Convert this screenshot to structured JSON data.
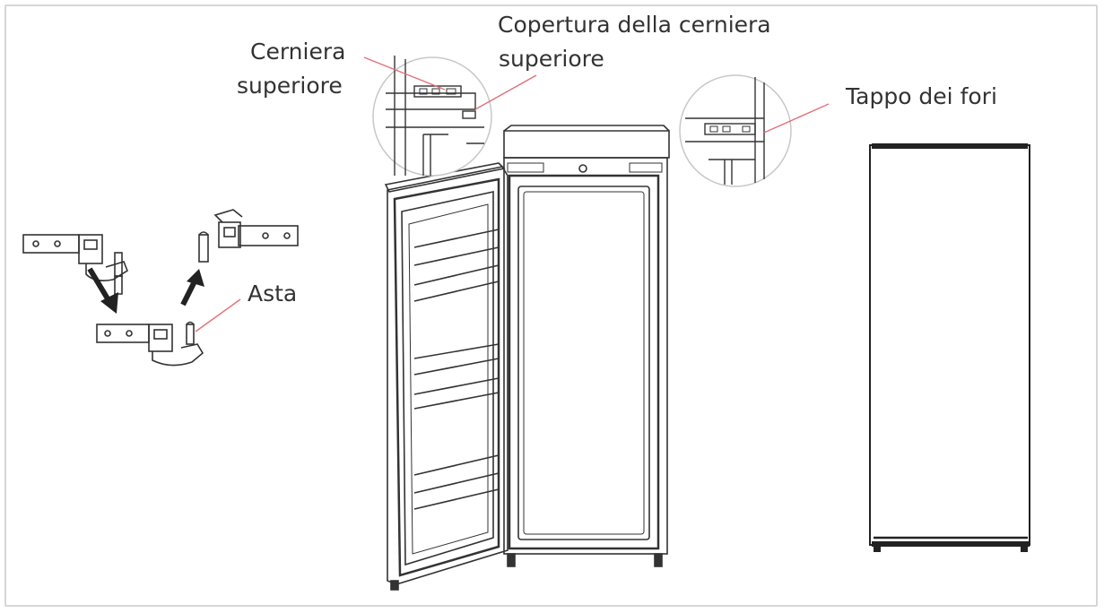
{
  "labels": {
    "top_hinge": [
      "Cerniera",
      "superiore"
    ],
    "top_hinge_cover": [
      "Copertura della cerniera",
      "superiore"
    ],
    "hole_cap": "Tappo dei fori",
    "rod": "Asta"
  },
  "colors": {
    "line": "#333333",
    "leader": "#e0707a",
    "frame": "#d6d6d6",
    "detail_circle": "#c8c8c8"
  }
}
